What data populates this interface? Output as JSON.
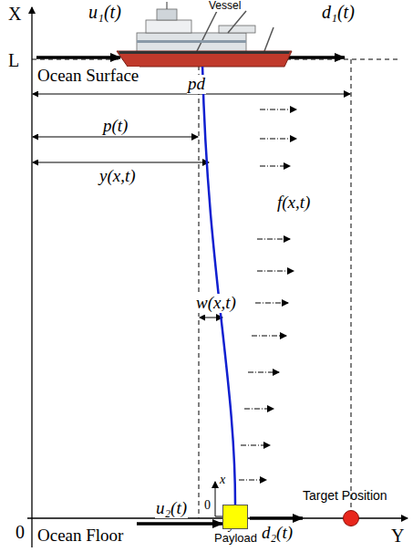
{
  "diagram": {
    "nodes": [
      {
        "text": [
          "Vessel"
        ]
      },
      {
        "text": [
          "Payload"
        ]
      },
      {
        "text": [
          "Target Position"
        ]
      }
    ],
    "edges": [
      {
        "from": 0,
        "to": 1,
        "arrow": "none"
      }
    ],
    "labels": [
      "X",
      "L",
      "0",
      "Y",
      "u₁(t)",
      "d₁(t)",
      "Ocean Surface",
      "pd",
      "p(t)",
      "y(x,t)",
      "f(x,t)",
      "w(x,t)",
      "x",
      "y",
      "0",
      "Ocean Floor",
      "u₂(t)",
      "d₂(t)"
    ]
  }
}
